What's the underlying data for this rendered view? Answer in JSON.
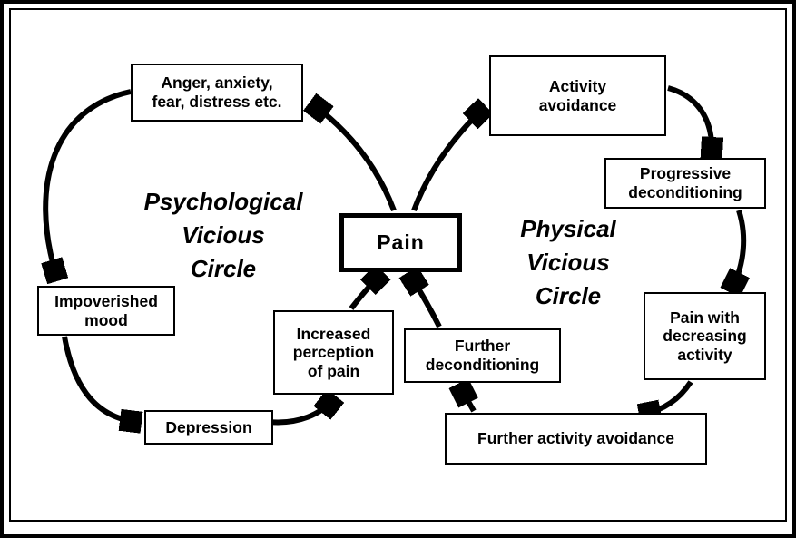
{
  "diagram": {
    "boxes": {
      "anger": {
        "label": "Anger, anxiety,\nfear, distress etc."
      },
      "activity_avoidance": {
        "label": "Activity\navoidance"
      },
      "progressive_deconditioning": {
        "label": "Progressive\ndeconditioning"
      },
      "pain": {
        "label": "Pain"
      },
      "impoverished_mood": {
        "label": "Impoverished\nmood"
      },
      "increased_perception": {
        "label": "Increased\nperception\nof pain"
      },
      "further_deconditioning": {
        "label": "Further\ndeconditioning"
      },
      "pain_decreasing_activity": {
        "label": "Pain with\ndecreasing\nactivity"
      },
      "depression": {
        "label": "Depression"
      },
      "further_activity_avoidance": {
        "label": "Further activity avoidance"
      }
    },
    "circle_labels": {
      "psychological": "Psychological\nVicious\nCircle",
      "physical": "Physical\nVicious\nCircle"
    },
    "edges": [
      {
        "from": "pain",
        "to": "anger"
      },
      {
        "from": "anger",
        "to": "impoverished_mood"
      },
      {
        "from": "impoverished_mood",
        "to": "depression"
      },
      {
        "from": "depression",
        "to": "increased_perception"
      },
      {
        "from": "increased_perception",
        "to": "pain"
      },
      {
        "from": "further_deconditioning",
        "to": "pain"
      },
      {
        "from": "pain",
        "to": "activity_avoidance"
      },
      {
        "from": "activity_avoidance",
        "to": "progressive_deconditioning"
      },
      {
        "from": "progressive_deconditioning",
        "to": "pain_decreasing_activity"
      },
      {
        "from": "pain_decreasing_activity",
        "to": "further_activity_avoidance"
      },
      {
        "from": "further_activity_avoidance",
        "to": "further_deconditioning"
      }
    ],
    "colors": {
      "ink": "#000000",
      "background": "#ffffff"
    }
  }
}
